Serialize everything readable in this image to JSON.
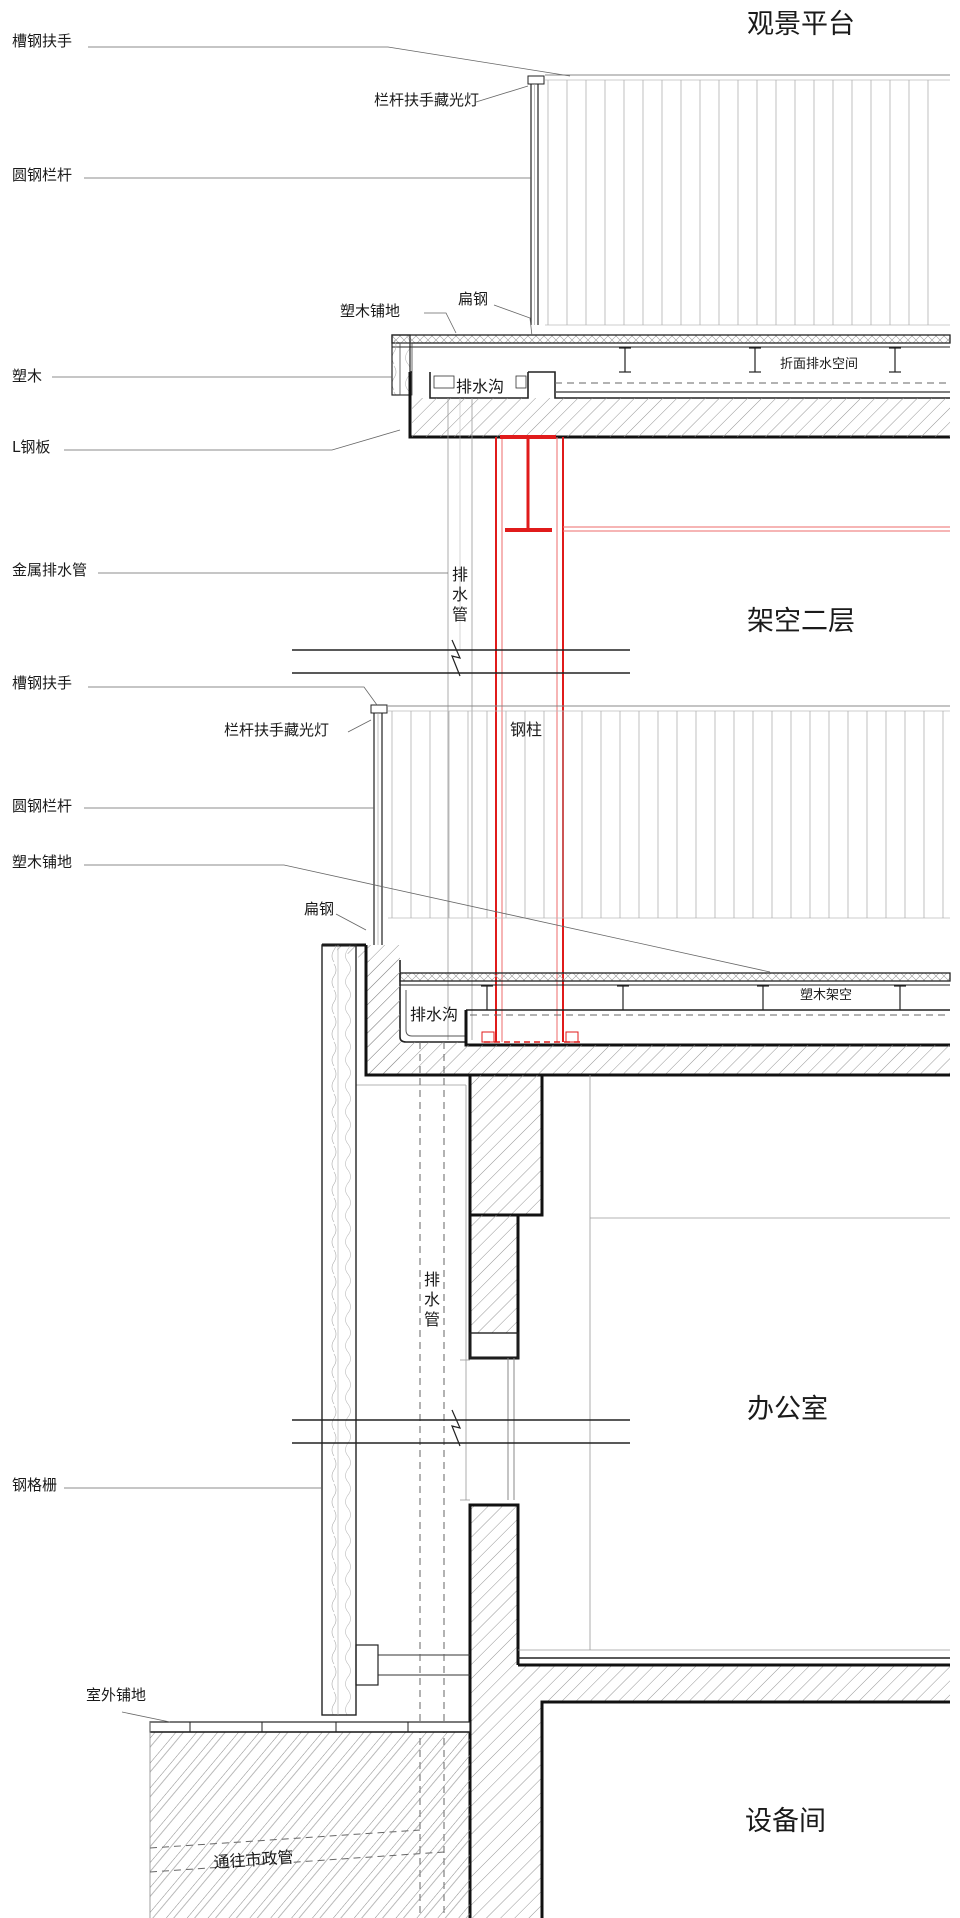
{
  "rooms": {
    "viewing_platform": "观景平台",
    "open_second_floor": "架空二层",
    "office": "办公室",
    "equipment_room": "设备间"
  },
  "labels": {
    "channel_handrail_top": "槽钢扶手",
    "handrail_light_top": "栏杆扶手藏光灯",
    "round_steel_rail_top": "圆钢栏杆",
    "wpc_deck_top": "塑木铺地",
    "flat_steel_top": "扁钢",
    "wpc": "塑木",
    "l_steel_plate": "L钢板",
    "metal_drain_pipe": "金属排水管",
    "channel_handrail_mid": "槽钢扶手",
    "handrail_light_mid": "栏杆扶手藏光灯",
    "round_steel_rail_mid": "圆钢栏杆",
    "wpc_deck_mid": "塑木铺地",
    "flat_steel_mid": "扁钢",
    "steel_grating": "钢格栅",
    "outdoor_paving": "室外铺地"
  },
  "inner_labels": {
    "gutter_top": "排水沟",
    "folded_drain_space": "折面排水空间",
    "drain_pipe_upper": [
      "排",
      "水",
      "管"
    ],
    "steel_column": "钢柱",
    "gutter_mid": "排水沟",
    "wpc_raised": "塑木架空",
    "drain_pipe_lower": [
      "排",
      "水",
      "管"
    ],
    "to_municipal": "通往市政管"
  },
  "colors": {
    "line": "#222222",
    "steel_column": "#e01b1b",
    "hatch": "#8a8a8a"
  }
}
